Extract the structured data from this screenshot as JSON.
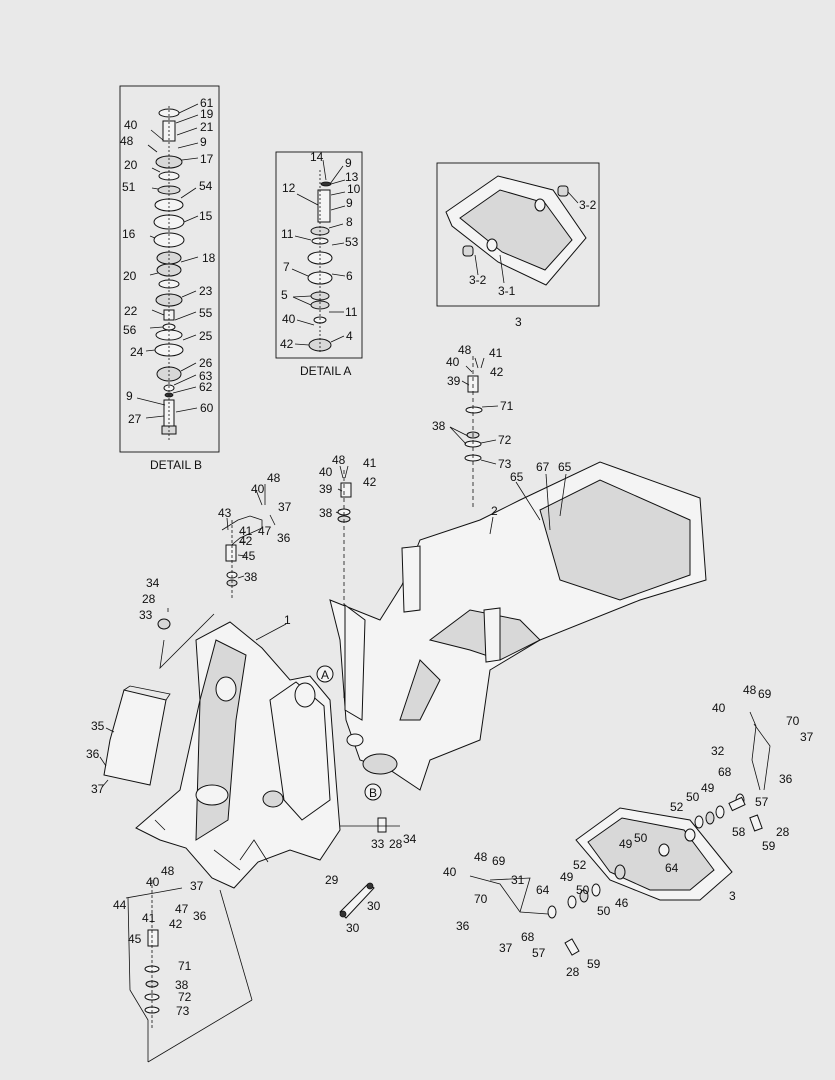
{
  "detail_b": {
    "caption": "DETAIL B"
  },
  "detail_a": {
    "caption": "DETAIL A"
  },
  "markers": [
    {
      "id": "A",
      "label": "A"
    },
    {
      "id": "B",
      "label": "B"
    }
  ],
  "callouts": [
    {
      "id": "b61",
      "text": "61"
    },
    {
      "id": "b19",
      "text": "19"
    },
    {
      "id": "b40",
      "text": "40"
    },
    {
      "id": "b21",
      "text": "21"
    },
    {
      "id": "b48",
      "text": "48"
    },
    {
      "id": "b9a",
      "text": "9"
    },
    {
      "id": "b20a",
      "text": "20"
    },
    {
      "id": "b17",
      "text": "17"
    },
    {
      "id": "b51",
      "text": "51"
    },
    {
      "id": "b54",
      "text": "54"
    },
    {
      "id": "b15",
      "text": "15"
    },
    {
      "id": "b16",
      "text": "16"
    },
    {
      "id": "b18",
      "text": "18"
    },
    {
      "id": "b20b",
      "text": "20"
    },
    {
      "id": "b23",
      "text": "23"
    },
    {
      "id": "b22",
      "text": "22"
    },
    {
      "id": "b55",
      "text": "55"
    },
    {
      "id": "b56",
      "text": "56"
    },
    {
      "id": "b25",
      "text": "25"
    },
    {
      "id": "b24",
      "text": "24"
    },
    {
      "id": "b26",
      "text": "26"
    },
    {
      "id": "b63",
      "text": "63"
    },
    {
      "id": "b62",
      "text": "62"
    },
    {
      "id": "b9b",
      "text": "9"
    },
    {
      "id": "b60",
      "text": "60"
    },
    {
      "id": "b27",
      "text": "27"
    },
    {
      "id": "a14",
      "text": "14"
    },
    {
      "id": "a9a",
      "text": "9"
    },
    {
      "id": "a13",
      "text": "13"
    },
    {
      "id": "a12",
      "text": "12"
    },
    {
      "id": "a10",
      "text": "10"
    },
    {
      "id": "a9b",
      "text": "9"
    },
    {
      "id": "a8",
      "text": "8"
    },
    {
      "id": "a11a",
      "text": "11"
    },
    {
      "id": "a53",
      "text": "53"
    },
    {
      "id": "a7",
      "text": "7"
    },
    {
      "id": "a6",
      "text": "6"
    },
    {
      "id": "a5",
      "text": "5"
    },
    {
      "id": "a11b",
      "text": "11"
    },
    {
      "id": "a40",
      "text": "40"
    },
    {
      "id": "a42",
      "text": "42"
    },
    {
      "id": "a4",
      "text": "4"
    },
    {
      "id": "c32a",
      "text": "3-2"
    },
    {
      "id": "c32b",
      "text": "3-2"
    },
    {
      "id": "c31",
      "text": "3-1"
    },
    {
      "id": "c3",
      "text": "3"
    },
    {
      "id": "p48a",
      "text": "48"
    },
    {
      "id": "p41a",
      "text": "41"
    },
    {
      "id": "p40a",
      "text": "40"
    },
    {
      "id": "p42a",
      "text": "42"
    },
    {
      "id": "p39a",
      "text": "39"
    },
    {
      "id": "p71a",
      "text": "71"
    },
    {
      "id": "p38a",
      "text": "38"
    },
    {
      "id": "p72a",
      "text": "72"
    },
    {
      "id": "p73a",
      "text": "73"
    },
    {
      "id": "m48",
      "text": "48"
    },
    {
      "id": "m40",
      "text": "40"
    },
    {
      "id": "m41",
      "text": "41"
    },
    {
      "id": "m42",
      "text": "42"
    },
    {
      "id": "m39",
      "text": "39"
    },
    {
      "id": "m38",
      "text": "38"
    },
    {
      "id": "l48",
      "text": "48"
    },
    {
      "id": "l40",
      "text": "40"
    },
    {
      "id": "l43",
      "text": "43"
    },
    {
      "id": "l37",
      "text": "37"
    },
    {
      "id": "l47",
      "text": "47"
    },
    {
      "id": "l41",
      "text": "41"
    },
    {
      "id": "l36",
      "text": "36"
    },
    {
      "id": "l42",
      "text": "42"
    },
    {
      "id": "l45",
      "text": "45"
    },
    {
      "id": "l38",
      "text": "38"
    },
    {
      "id": "f34",
      "text": "34"
    },
    {
      "id": "f28",
      "text": "28"
    },
    {
      "id": "f33",
      "text": "33"
    },
    {
      "id": "f1",
      "text": "1"
    },
    {
      "id": "f35",
      "text": "35"
    },
    {
      "id": "f36",
      "text": "36"
    },
    {
      "id": "f37",
      "text": "37"
    },
    {
      "id": "f33b",
      "text": "33"
    },
    {
      "id": "f28b",
      "text": "28"
    },
    {
      "id": "f34b",
      "text": "34"
    },
    {
      "id": "r2",
      "text": "2"
    },
    {
      "id": "r67",
      "text": "67"
    },
    {
      "id": "r65a",
      "text": "65"
    },
    {
      "id": "r65b",
      "text": "65"
    },
    {
      "id": "k48",
      "text": "48"
    },
    {
      "id": "k69",
      "text": "69"
    },
    {
      "id": "k40",
      "text": "40"
    },
    {
      "id": "k70",
      "text": "70"
    },
    {
      "id": "k37",
      "text": "37"
    },
    {
      "id": "k32",
      "text": "32"
    },
    {
      "id": "k36",
      "text": "36"
    },
    {
      "id": "k68",
      "text": "68"
    },
    {
      "id": "k49",
      "text": "49"
    },
    {
      "id": "k50",
      "text": "50"
    },
    {
      "id": "k52",
      "text": "52"
    },
    {
      "id": "k57",
      "text": "57"
    },
    {
      "id": "k58",
      "text": "58"
    },
    {
      "id": "k28",
      "text": "28"
    },
    {
      "id": "k59",
      "text": "59"
    },
    {
      "id": "k50b",
      "text": "50"
    },
    {
      "id": "k49b",
      "text": "49"
    },
    {
      "id": "k64",
      "text": "64"
    },
    {
      "id": "k3",
      "text": "3"
    },
    {
      "id": "s48",
      "text": "48"
    },
    {
      "id": "s69",
      "text": "69"
    },
    {
      "id": "s40",
      "text": "40"
    },
    {
      "id": "s31",
      "text": "31"
    },
    {
      "id": "s70",
      "text": "70"
    },
    {
      "id": "s64",
      "text": "64"
    },
    {
      "id": "s52",
      "text": "52"
    },
    {
      "id": "s49",
      "text": "49"
    },
    {
      "id": "s50",
      "text": "50"
    },
    {
      "id": "s50b",
      "text": "50"
    },
    {
      "id": "s46",
      "text": "46"
    },
    {
      "id": "s36",
      "text": "36"
    },
    {
      "id": "s37",
      "text": "37"
    },
    {
      "id": "s68",
      "text": "68"
    },
    {
      "id": "s57",
      "text": "57"
    },
    {
      "id": "s28",
      "text": "28"
    },
    {
      "id": "s59",
      "text": "59"
    },
    {
      "id": "t29",
      "text": "29"
    },
    {
      "id": "t30a",
      "text": "30"
    },
    {
      "id": "t30b",
      "text": "30"
    },
    {
      "id": "w48",
      "text": "48"
    },
    {
      "id": "w40",
      "text": "40"
    },
    {
      "id": "w37",
      "text": "37"
    },
    {
      "id": "w44",
      "text": "44"
    },
    {
      "id": "w47",
      "text": "47"
    },
    {
      "id": "w36",
      "text": "36"
    },
    {
      "id": "w41",
      "text": "41"
    },
    {
      "id": "w42",
      "text": "42"
    },
    {
      "id": "w45",
      "text": "45"
    },
    {
      "id": "w71",
      "text": "71"
    },
    {
      "id": "w38",
      "text": "38"
    },
    {
      "id": "w72",
      "text": "72"
    },
    {
      "id": "w73",
      "text": "73"
    }
  ]
}
